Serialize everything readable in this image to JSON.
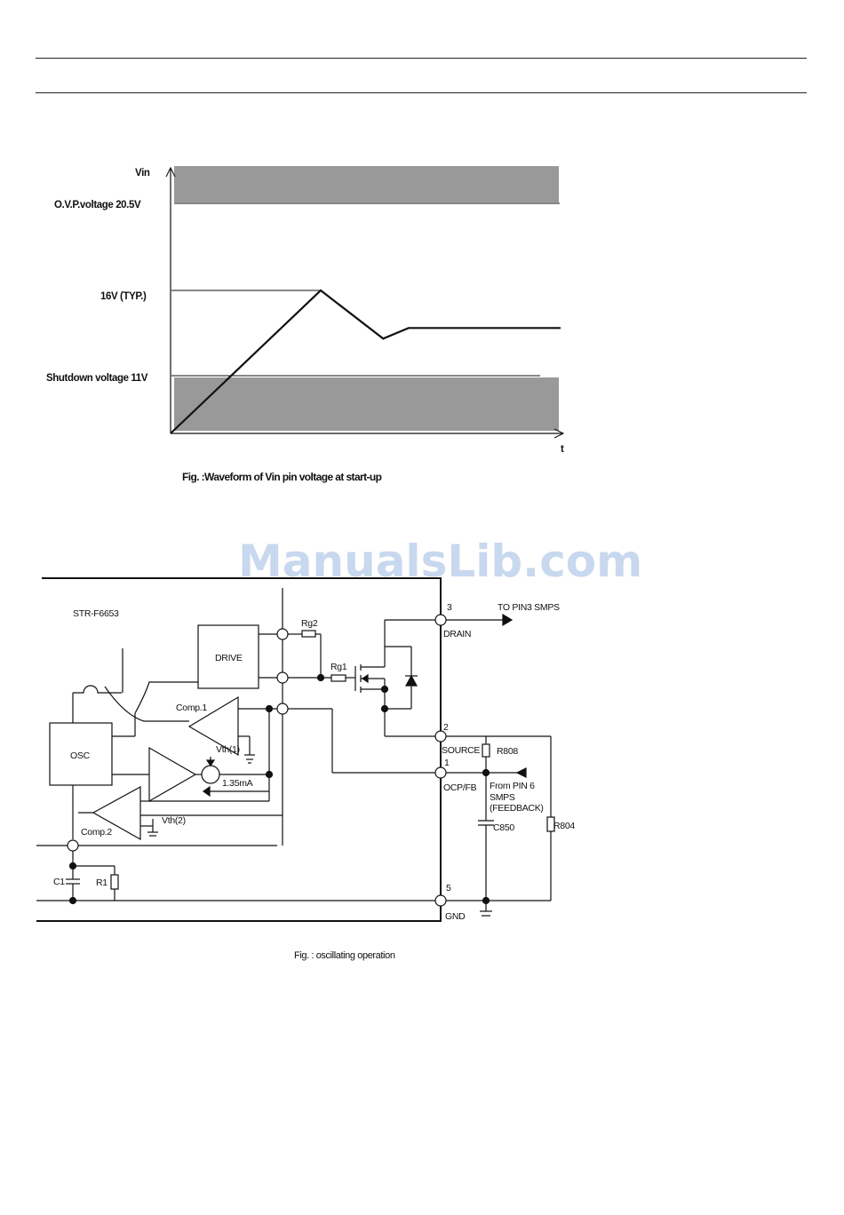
{
  "chart_data": {
    "type": "line",
    "title": "Fig. :Waveform of Vin pin voltage at start-up",
    "ylabel": "Vin",
    "xlabel": "t",
    "levels": {
      "ovp": "O.V.P.voltage 20.5V",
      "typ": "16V (TYP.)",
      "shutdown": "Shutdown voltage 11V"
    },
    "series": [
      {
        "x": [
          0,
          0.385,
          0.545,
          0.61,
          1.0
        ],
        "values": [
          8,
          16,
          13.3,
          13.9,
          13.9
        ]
      }
    ]
  },
  "schematic": {
    "watermark": "ManualsLib.com",
    "ic_name": "STR-F6653",
    "drive": "DRIVE",
    "osc": "OSC",
    "comp1": "Comp.1",
    "comp2": "Comp.2",
    "vth1": "Vth(1)",
    "vth2": "Vth(2)",
    "current": "1.35mA",
    "rg1": "Rg1",
    "rg2": "Rg2",
    "c1": "C1",
    "r1": "R1",
    "pin3": "3",
    "pin2": "2",
    "pin1": "1",
    "pin5": "5",
    "drain": "DRAIN",
    "source": "SOURCE",
    "ocpfb": "OCP/FB",
    "gnd": "GND",
    "to_pin3": "TO PIN3 SMPS",
    "r808": "R808",
    "r804": "R804",
    "c850": "C850",
    "from_pin6_1": "From PIN 6",
    "from_pin6_2": "SMPS",
    "from_pin6_3": "(FEEDBACK)",
    "caption": "Fig. : oscillating operation"
  }
}
